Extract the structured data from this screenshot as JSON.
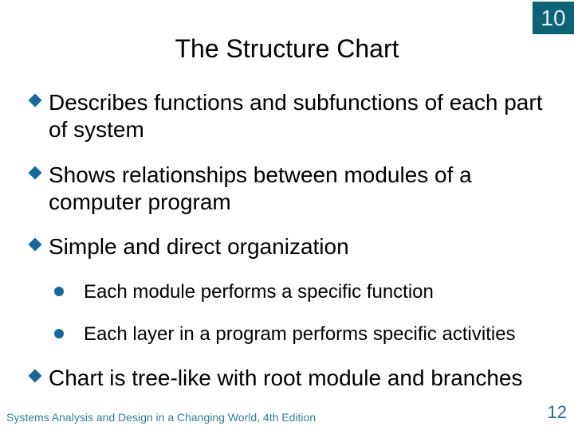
{
  "slide": {
    "slide_number_box": "10",
    "title": "The Structure Chart",
    "bullets": [
      {
        "level": 1,
        "text": "Describes functions and subfunctions of each part of system"
      },
      {
        "level": 1,
        "text": "Shows relationships between modules of a computer program"
      },
      {
        "level": 1,
        "text": "Simple and direct organization"
      },
      {
        "level": 2,
        "text": "Each module performs a specific function"
      },
      {
        "level": 2,
        "text": "Each layer in a program performs specific activities"
      },
      {
        "level": 1,
        "text": "Chart is tree-like with root module and branches"
      }
    ],
    "footer": "Systems Analysis and Design in a Changing World, 4th Edition",
    "page_number": "12",
    "colors": {
      "accent": "#16699a",
      "box": "#0d6375",
      "box_text": "#ddf2f4",
      "footer": "#327f90",
      "page_number": "#2d6d82"
    }
  }
}
